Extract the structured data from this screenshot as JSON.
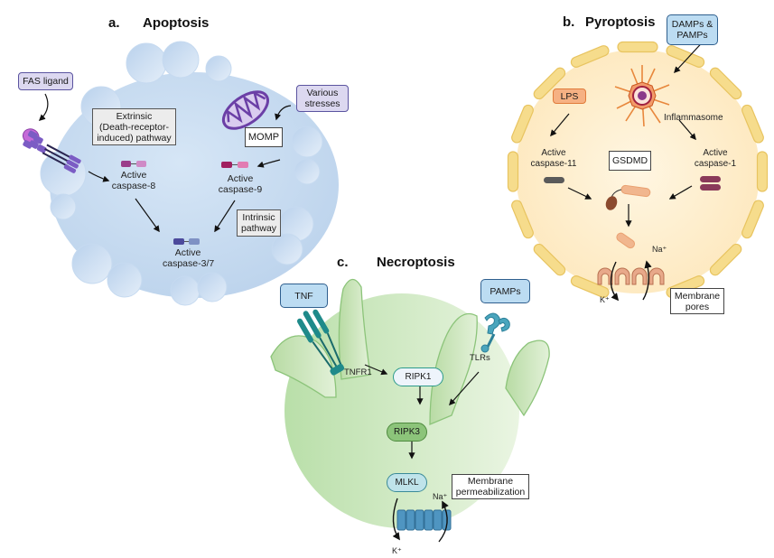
{
  "panels": {
    "apoptosis": {
      "letter": "a.",
      "title": "Apoptosis",
      "fas_ligand": "FAS ligand",
      "extrinsic": "Extrinsic (Death-receptor-induced) pathway",
      "extrinsic_lines": [
        "Extrinsic",
        "(Death-receptor-",
        "induced) pathway"
      ],
      "various_stresses_lines": [
        "Various",
        "stresses"
      ],
      "momp": "MOMP",
      "caspase8_lines": [
        "Active",
        "caspase-8"
      ],
      "caspase9_lines": [
        "Active",
        "caspase-9"
      ],
      "caspase37_lines": [
        "Active",
        "caspase-3/7"
      ],
      "intrinsic_lines": [
        "Intrinsic",
        "pathway"
      ],
      "colors": {
        "cell": "#c9dcf0",
        "bleb": "#d7e6f6",
        "receptor": "#7b5cc4",
        "box_fill": "#dcd8f0"
      }
    },
    "pyroptosis": {
      "letter": "b.",
      "title": "Pyroptosis",
      "damps_pamps_lines": [
        "DAMPs &",
        "PAMPs"
      ],
      "lps": "LPS",
      "inflammasome": "Inflammasome",
      "caspase11_lines": [
        "Active",
        "caspase-11"
      ],
      "caspase1_lines": [
        "Active",
        "caspase-1"
      ],
      "gsdmd": "GSDMD",
      "na": "Na⁺",
      "k": "K⁺",
      "membrane_pores_lines": [
        "Membrane",
        "pores"
      ],
      "colors": {
        "cell": "#fdf0cf",
        "membrane_segment": "#f6dc8c",
        "gsdmd": "#f1b68e",
        "caspase1": "#8a3a5a",
        "caspase11": "#5a5a5a"
      }
    },
    "necroptosis": {
      "letter": "c.",
      "title": "Necroptosis",
      "tnf": "TNF",
      "pamps": "PAMPs",
      "tnfr1": "TNFR1",
      "tlrs": "TLRs",
      "ripk1": "RIPK1",
      "ripk3": "RIPK3",
      "mlkl": "MLKL",
      "na": "Na⁺",
      "k": "K⁺",
      "membrane_perm_lines": [
        "Membrane",
        "permeabilization"
      ],
      "colors": {
        "cell": "#d4ebc9",
        "ripk1": "#eef4fb",
        "ripk3": "#8cc47a",
        "mlkl": "#bfe3ea",
        "channel": "#4f95c1",
        "receptor": "#1f8a8a"
      }
    }
  }
}
